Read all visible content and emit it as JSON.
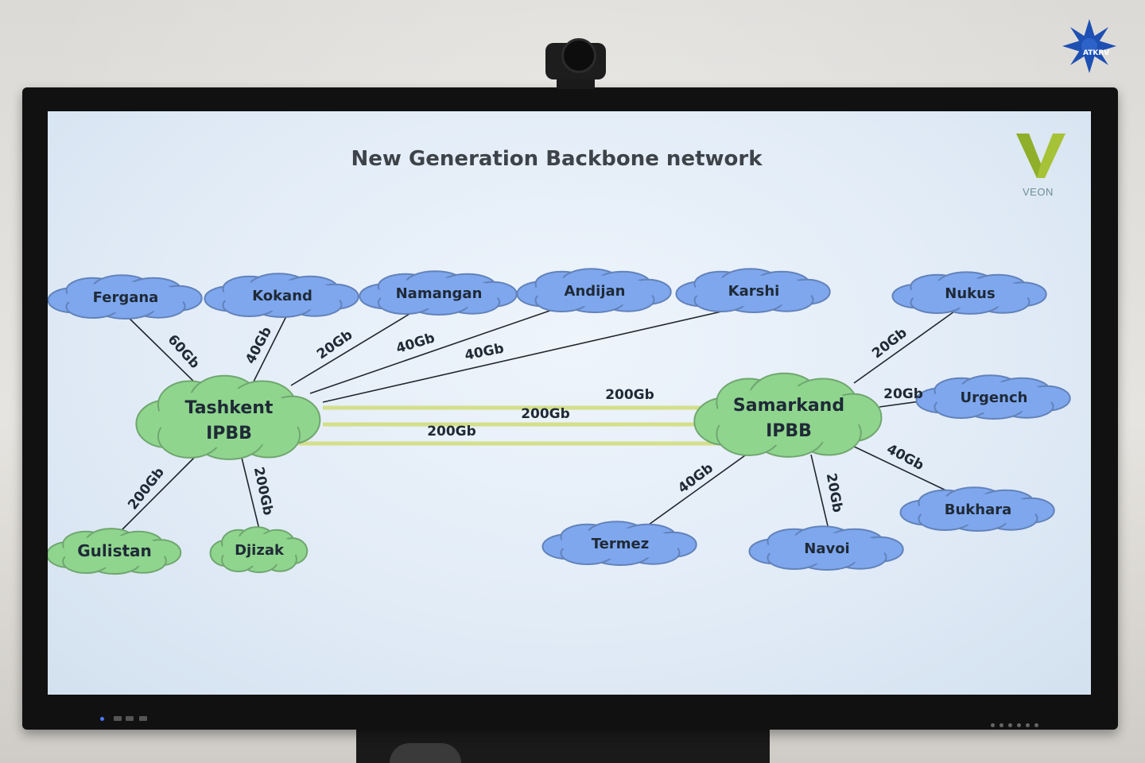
{
  "watermark": "ATKRV",
  "slide": {
    "title": "New Generation Backbone network",
    "brand": {
      "name": "VEON",
      "color": "#a6c236"
    }
  },
  "diagram": {
    "hubs": [
      {
        "id": "tashkent",
        "line1": "Tashkent",
        "line2": "IPBB",
        "fill": "#8fd58e"
      },
      {
        "id": "samarkand",
        "line1": "Samarkand",
        "line2": "IPBB",
        "fill": "#8fd58e"
      }
    ],
    "nodes": [
      {
        "id": "fergana",
        "label": "Fergana",
        "fill": "#7ea7ee"
      },
      {
        "id": "kokand",
        "label": "Kokand",
        "fill": "#7ea7ee"
      },
      {
        "id": "namangan",
        "label": "Namangan",
        "fill": "#7ea7ee"
      },
      {
        "id": "andijan",
        "label": "Andijan",
        "fill": "#7ea7ee"
      },
      {
        "id": "karshi",
        "label": "Karshi",
        "fill": "#7ea7ee"
      },
      {
        "id": "nukus",
        "label": "Nukus",
        "fill": "#7ea7ee"
      },
      {
        "id": "urgench",
        "label": "Urgench",
        "fill": "#7ea7ee"
      },
      {
        "id": "bukhara",
        "label": "Bukhara",
        "fill": "#7ea7ee"
      },
      {
        "id": "navoi",
        "label": "Navoi",
        "fill": "#7ea7ee"
      },
      {
        "id": "termez",
        "label": "Termez",
        "fill": "#7ea7ee"
      },
      {
        "id": "gulistan",
        "label": "Gulistan",
        "fill": "#8fd58e"
      },
      {
        "id": "djizak",
        "label": "Djizak",
        "fill": "#8fd58e"
      }
    ],
    "links": [
      {
        "from": "fergana",
        "to": "tashkent",
        "label": "60Gb"
      },
      {
        "from": "kokand",
        "to": "tashkent",
        "label": "40Gb"
      },
      {
        "from": "namangan",
        "to": "tashkent",
        "label": "20Gb"
      },
      {
        "from": "andijan",
        "to": "tashkent",
        "label": "40Gb"
      },
      {
        "from": "karshi",
        "to": "tashkent",
        "label": "40Gb"
      },
      {
        "from": "tashkent",
        "to": "gulistan",
        "label": "200Gb"
      },
      {
        "from": "tashkent",
        "to": "djizak",
        "label": "200Gb"
      },
      {
        "from": "nukus",
        "to": "samarkand",
        "label": "20Gb"
      },
      {
        "from": "urgench",
        "to": "samarkand",
        "label": "20Gb"
      },
      {
        "from": "samarkand",
        "to": "bukhara",
        "label": "40Gb"
      },
      {
        "from": "samarkand",
        "to": "navoi",
        "label": "20Gb"
      },
      {
        "from": "samarkand",
        "to": "termez",
        "label": "40Gb"
      }
    ],
    "trunks": [
      {
        "from": "tashkent",
        "to": "samarkand",
        "label": "200Gb",
        "color": "#d4df8a"
      },
      {
        "from": "tashkent",
        "to": "samarkand",
        "label": "200Gb",
        "color": "#d4df8a"
      },
      {
        "from": "tashkent",
        "to": "samarkand",
        "label": "200Gb",
        "color": "#d4df8a"
      }
    ]
  }
}
